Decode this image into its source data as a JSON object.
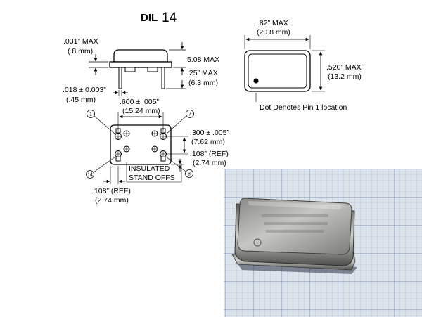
{
  "title": {
    "prefix": "DIL",
    "number": "14"
  },
  "side_view": {
    "lead_height_max": ".031” MAX",
    "lead_height_max_mm": "(.8 mm)",
    "body_height_max": "5.08 MAX",
    "lead_length_max": ".25” MAX",
    "lead_length_max_mm": "(6.3 mm)",
    "lead_diameter": ".018 ± 0.003”",
    "lead_diameter_mm": "(.45 mm)"
  },
  "top_view": {
    "length_max": ".82” MAX",
    "length_max_mm": "(20.8 mm)",
    "width_max": ".520” MAX",
    "width_max_mm": "(13.2 mm)",
    "pin1_note": "Dot Denotes Pin 1 location"
  },
  "bottom_view": {
    "pin_spacing_x": ".600 ± .005”",
    "pin_spacing_x_mm": "(15.24 mm)",
    "pin_spacing_y": ".300 ± .005”",
    "pin_spacing_y_mm": "(7.62 mm)",
    "ref_right": ".108” (REF)",
    "ref_right_mm": "(2.74 mm)",
    "ref_bottom": ".108” (REF)",
    "ref_bottom_mm": "(2.74 mm)",
    "standoffs_line1": "INSULATED",
    "standoffs_line2": "STAND OFFS",
    "pin_labels": {
      "p1": "1",
      "p7": "7",
      "p8": "8",
      "p14": "14"
    }
  },
  "photo": {
    "background_color": "#d9e0e8",
    "grid_color": "#8fa4bf",
    "metal_color": "#b9b9b6"
  }
}
